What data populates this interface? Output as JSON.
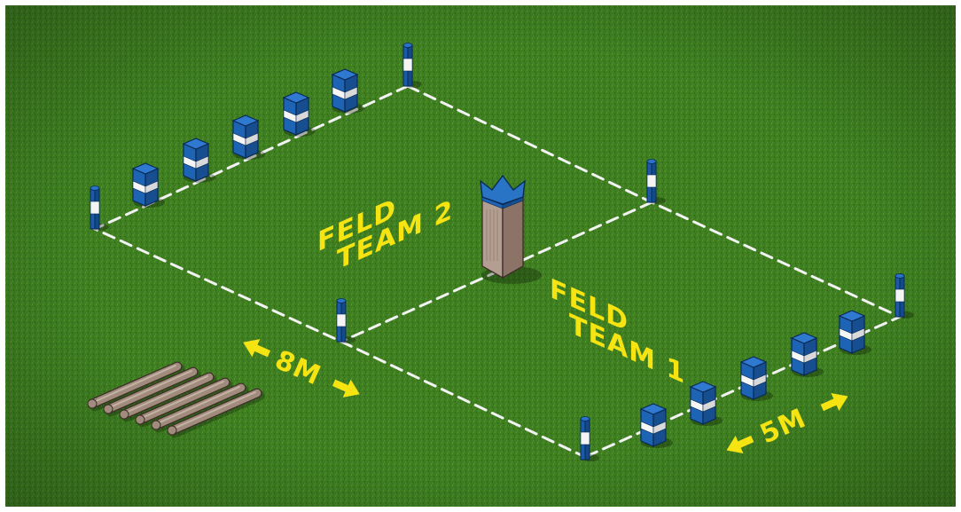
{
  "fields": {
    "team2": {
      "line1": "FELD",
      "line2": "TEAM 2"
    },
    "team1": {
      "line1": "FELD",
      "line2": "TEAM 1"
    }
  },
  "dimensions": {
    "field_length": "8M",
    "baseline_width": "5M"
  },
  "pieces": {
    "king_count": 1,
    "kubbs_per_team": 5,
    "batons": 6,
    "corner_stakes": 6
  },
  "colors": {
    "grass": "#3f7f22",
    "line": "#f2f2f2",
    "label": "#f5e312",
    "kubb_blue": "#1e64b4",
    "wood": "#a08b7c"
  },
  "icons": [
    "crown-icon",
    "arrow-left-icon",
    "arrow-right-icon"
  ]
}
